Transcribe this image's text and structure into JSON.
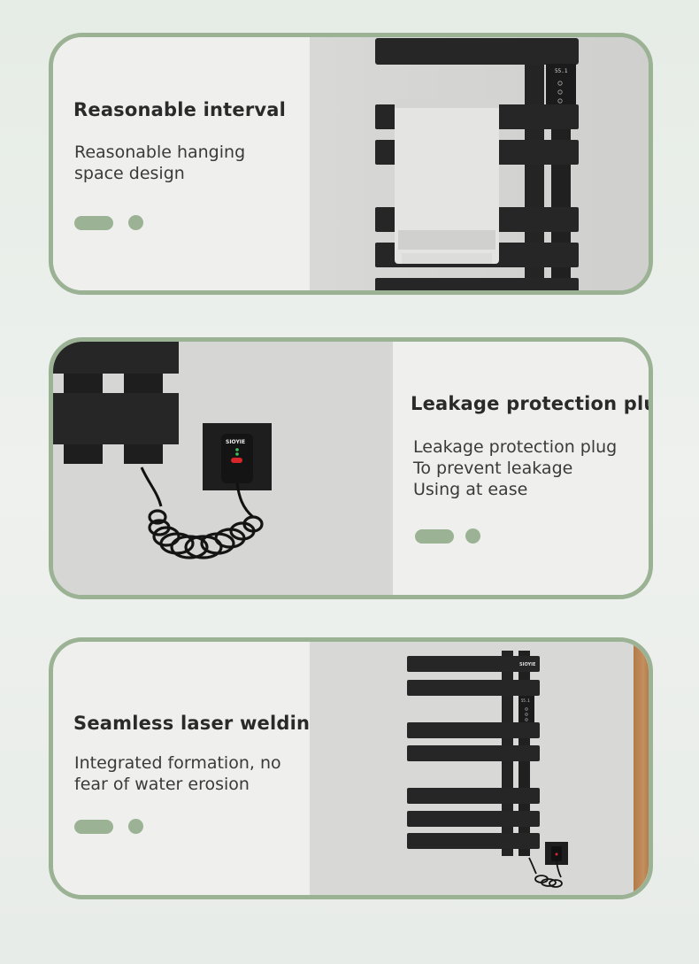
{
  "cards": [
    {
      "title": "Reasonable interval",
      "lines": [
        "Reasonable hanging",
        "space design"
      ],
      "display_reading": "55.1"
    },
    {
      "title": "Leakage protection plug",
      "lines": [
        "Leakage protection plug",
        "To prevent leakage",
        "Using at ease"
      ],
      "brand": "SIOYIE"
    },
    {
      "title": "Seamless laser welding",
      "lines": [
        "Integrated formation, no",
        "fear of water erosion"
      ],
      "brand": "SIOYIE",
      "display_reading": "55.1"
    }
  ],
  "colors": {
    "accent": "#9bb294",
    "rail": "#222222",
    "towel": "#e6e6e4"
  }
}
